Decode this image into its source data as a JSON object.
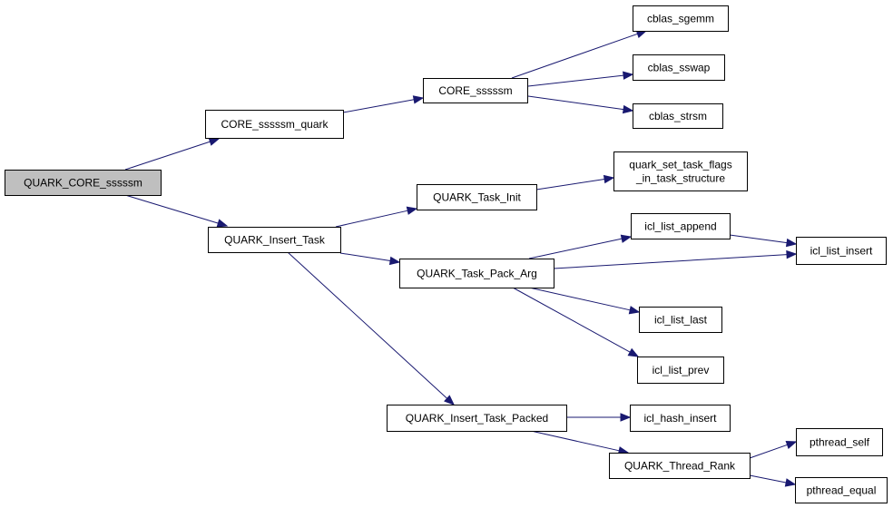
{
  "colors": {
    "edge": "#191970",
    "node_border": "#000000",
    "node_fill": "#ffffff",
    "root_fill": "#bfbfbf"
  },
  "nodes": [
    {
      "id": "quark_core_sssssm",
      "lines": [
        "QUARK_CORE_sssssm"
      ],
      "root": true
    },
    {
      "id": "core_sssssm_quark",
      "lines": [
        "CORE_sssssm_quark"
      ]
    },
    {
      "id": "core_sssssm",
      "lines": [
        "CORE_sssssm"
      ]
    },
    {
      "id": "cblas_sgemm",
      "lines": [
        "cblas_sgemm"
      ]
    },
    {
      "id": "cblas_sswap",
      "lines": [
        "cblas_sswap"
      ]
    },
    {
      "id": "cblas_strsm",
      "lines": [
        "cblas_strsm"
      ]
    },
    {
      "id": "quark_insert_task",
      "lines": [
        "QUARK_Insert_Task"
      ]
    },
    {
      "id": "quark_task_init",
      "lines": [
        "QUARK_Task_Init"
      ]
    },
    {
      "id": "quark_set_task_flags",
      "lines": [
        "quark_set_task_flags",
        "_in_task_structure"
      ]
    },
    {
      "id": "quark_task_pack_arg",
      "lines": [
        "QUARK_Task_Pack_Arg"
      ]
    },
    {
      "id": "icl_list_append",
      "lines": [
        "icl_list_append"
      ]
    },
    {
      "id": "icl_list_insert",
      "lines": [
        "icl_list_insert"
      ]
    },
    {
      "id": "icl_list_last",
      "lines": [
        "icl_list_last"
      ]
    },
    {
      "id": "icl_list_prev",
      "lines": [
        "icl_list_prev"
      ]
    },
    {
      "id": "quark_insert_task_packed",
      "lines": [
        "QUARK_Insert_Task_Packed"
      ]
    },
    {
      "id": "icl_hash_insert",
      "lines": [
        "icl_hash_insert"
      ]
    },
    {
      "id": "quark_thread_rank",
      "lines": [
        "QUARK_Thread_Rank"
      ]
    },
    {
      "id": "pthread_self",
      "lines": [
        "pthread_self"
      ]
    },
    {
      "id": "pthread_equal",
      "lines": [
        "pthread_equal"
      ]
    }
  ],
  "edges": [
    {
      "from": "quark_core_sssssm",
      "to": "core_sssssm_quark"
    },
    {
      "from": "quark_core_sssssm",
      "to": "quark_insert_task"
    },
    {
      "from": "core_sssssm_quark",
      "to": "core_sssssm"
    },
    {
      "from": "core_sssssm",
      "to": "cblas_sgemm"
    },
    {
      "from": "core_sssssm",
      "to": "cblas_sswap"
    },
    {
      "from": "core_sssssm",
      "to": "cblas_strsm"
    },
    {
      "from": "quark_insert_task",
      "to": "quark_task_init"
    },
    {
      "from": "quark_insert_task",
      "to": "quark_task_pack_arg"
    },
    {
      "from": "quark_insert_task",
      "to": "quark_insert_task_packed"
    },
    {
      "from": "quark_task_init",
      "to": "quark_set_task_flags"
    },
    {
      "from": "quark_task_pack_arg",
      "to": "icl_list_append"
    },
    {
      "from": "quark_task_pack_arg",
      "to": "icl_list_insert"
    },
    {
      "from": "quark_task_pack_arg",
      "to": "icl_list_last"
    },
    {
      "from": "quark_task_pack_arg",
      "to": "icl_list_prev"
    },
    {
      "from": "icl_list_append",
      "to": "icl_list_insert"
    },
    {
      "from": "quark_insert_task_packed",
      "to": "icl_hash_insert"
    },
    {
      "from": "quark_insert_task_packed",
      "to": "quark_thread_rank"
    },
    {
      "from": "quark_thread_rank",
      "to": "pthread_self"
    },
    {
      "from": "quark_thread_rank",
      "to": "pthread_equal"
    }
  ]
}
